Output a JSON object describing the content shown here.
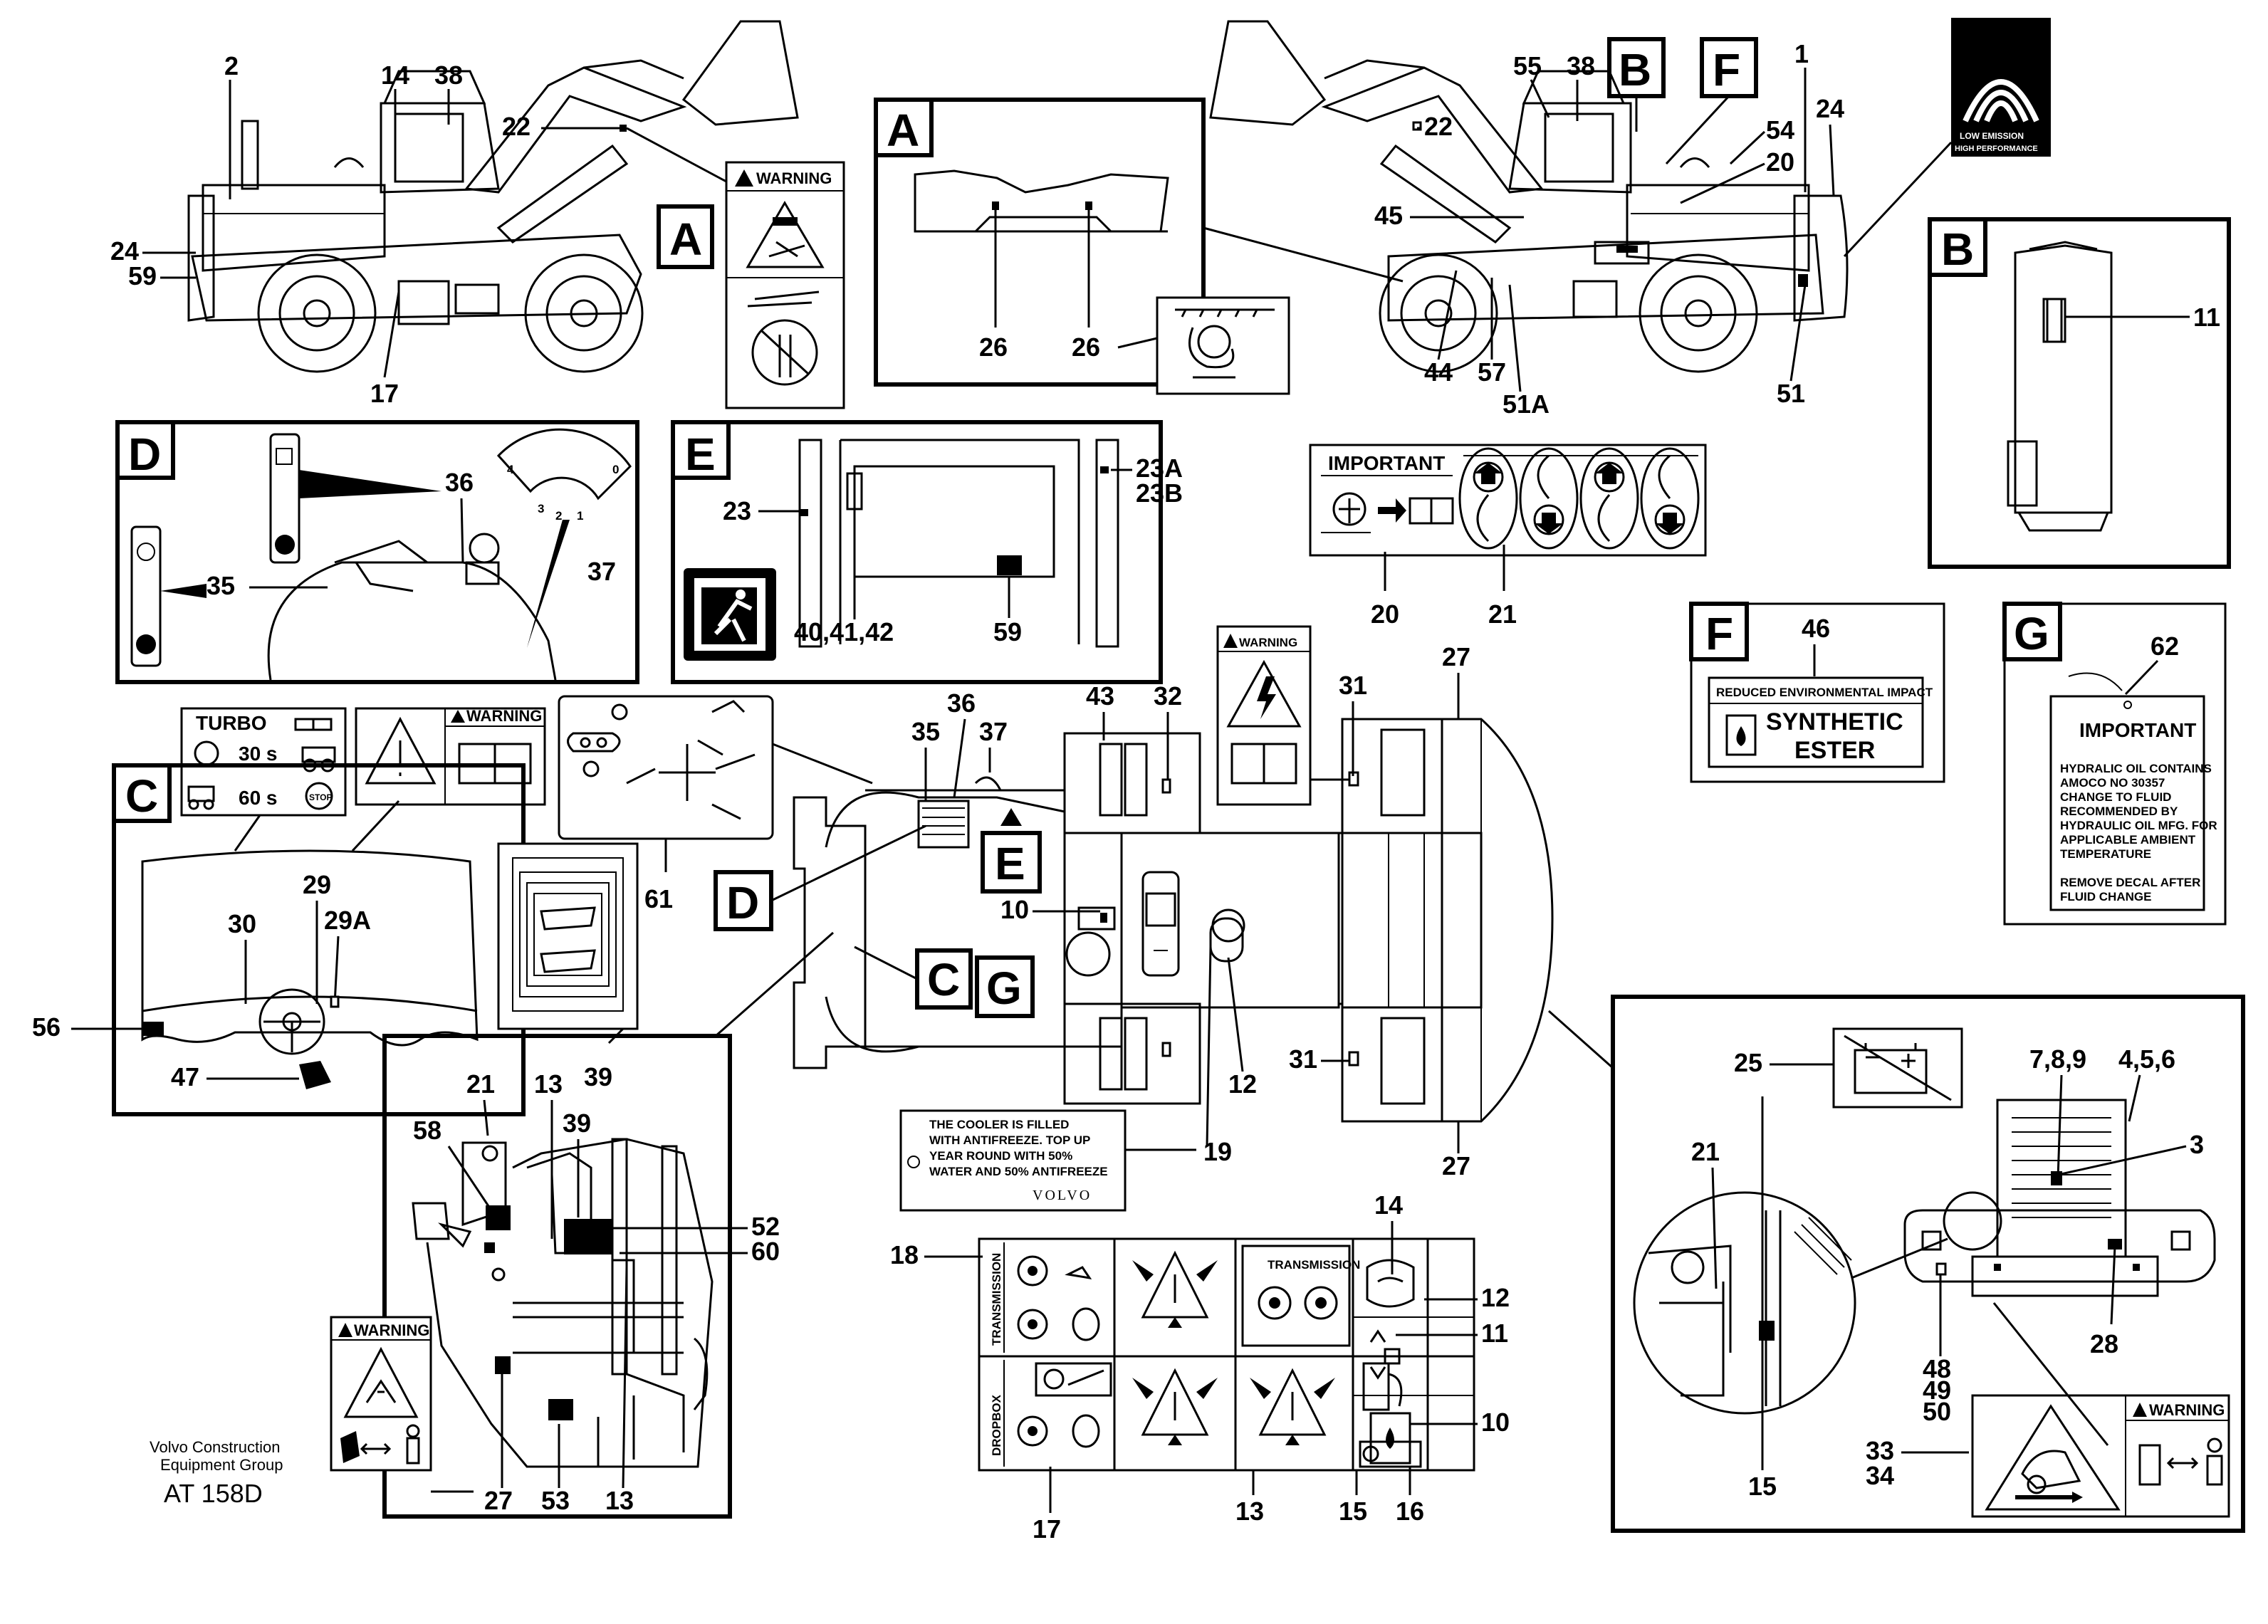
{
  "title": "",
  "footer": {
    "company_line1": "Volvo Construction",
    "company_line2": "Equipment Group",
    "code": "AT 158D"
  },
  "detail_letters": [
    "A",
    "B",
    "C",
    "D",
    "E",
    "F",
    "G"
  ],
  "callouts": {
    "c2": "2",
    "c14a": "14",
    "c38a": "38",
    "c22a": "22",
    "c24a": "24",
    "c59a": "59",
    "c17a": "17",
    "c55": "55",
    "c38b": "38",
    "c1": "1",
    "c24b": "24",
    "c22b": "22",
    "c54": "54",
    "c20a": "20",
    "c45": "45",
    "c44": "44",
    "c57": "57",
    "c51a": "51A",
    "c51": "51",
    "c26a": "26",
    "c26b": "26",
    "c11a": "11",
    "c36a": "36",
    "c35a": "35",
    "c37a": "37",
    "c23": "23",
    "c23a": "23A",
    "c23b": "23B",
    "c404142": "40,41,42",
    "c59b": "59",
    "c20b": "20",
    "c21a": "21",
    "c46": "46",
    "c62": "62",
    "c30": "30",
    "c29": "29",
    "c29a": "29A",
    "c56": "56",
    "c47": "47",
    "c61": "61",
    "c36b": "36",
    "c35b": "35",
    "c37b": "37",
    "c43": "43",
    "c32": "32",
    "c31a": "31",
    "c27a": "27",
    "c10a": "10",
    "c12a": "12",
    "c19": "19",
    "c31b": "31",
    "c27b": "27",
    "c39": "39",
    "c21b": "21",
    "c13a": "13",
    "c39b": "39",
    "c58": "58",
    "c52": "52",
    "c60": "60",
    "c27c": "27",
    "c53": "53",
    "c13b": "13",
    "c18": "18",
    "c14b": "14",
    "c12b": "12",
    "c11b": "11",
    "c10b": "10",
    "c17b": "17",
    "c13c": "13",
    "c15a": "15",
    "c16": "16",
    "c789": "7,8,9",
    "c456": "4,5,6",
    "c25": "25",
    "c21c": "21",
    "c3": "3",
    "c28": "28",
    "c48": "48",
    "c49": "49",
    "c50": "50",
    "c15b": "15",
    "c33": "33",
    "c34": "34"
  },
  "decals": {
    "warning": "WARNING",
    "important": "IMPORTANT",
    "turbo": "TURBO",
    "turbo_30": "30 s",
    "turbo_60": "60 s",
    "stop": "STOP",
    "low_emission_1": "LOW EMISSION",
    "low_emission_2": "HIGH PERFORMANCE",
    "f_line1": "REDUCED ENVIRONMENTAL IMPACT",
    "f_line2": "SYNTHETIC",
    "f_line3": "ESTER",
    "g_title": "IMPORTANT",
    "g_lines": [
      "HYDRALIC OIL CONTAINS",
      "AMOCO NO 30357",
      "CHANGE TO FLUID",
      "RECOMMENDED BY",
      "HYDRAULIC OIL MFG. FOR",
      "APPLICABLE AMBIENT",
      "TEMPERATURE",
      "",
      "REMOVE DECAL AFTER",
      "FLUID CHANGE"
    ],
    "cooler_lines": [
      "THE COOLER IS FILLED",
      "WITH ANTIFREEZE. TOP UP",
      "YEAR ROUND WITH 50%",
      "WATER AND 50% ANTIFREEZE"
    ],
    "volvo": "VOLVO",
    "transmission": "TRANSMISSION",
    "dropbox": "DROPBOX",
    "gear_scale": [
      "4",
      "3",
      "2",
      "1",
      "0"
    ]
  }
}
